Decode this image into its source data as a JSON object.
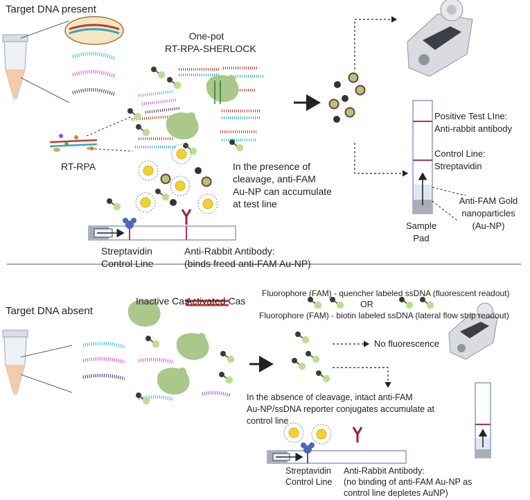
{
  "top": {
    "title": "Target DNA present",
    "one_pot_line1": "One-pot",
    "one_pot_line2": "RT-RPA-SHERLOCK",
    "rt_rpa": "RT-RPA",
    "presence_line1": "In the presence of",
    "presence_line2": "cleavage,  anti-FAM",
    "presence_line3": "Au-NP can  accumulate",
    "presence_line4": "at test line",
    "streptavidin_line1": "Streptavidin",
    "streptavidin_line2": "Control Line",
    "antirabbit_line1": "Anti-Rabbit Antibody:",
    "antirabbit_line2": "(binds freed anti-FAM Au-NP)",
    "positive_line1": "Positive Test LIne:",
    "positive_line2": "Anti-rabbit antibody",
    "control_line1": "Control Line:",
    "control_line2": "Streptavidin",
    "antifam_line1": "Anti-FAM Gold",
    "antifam_line2": "nanoparticles",
    "antifam_line3": "(Au-NP)",
    "sample_line1": "Sample",
    "sample_line2": "Pad"
  },
  "bottom": {
    "title": "Target DNA absent",
    "inactive_cas": "Inactive Cas",
    "activated_cas": "Activated Cas",
    "fam_quencher": "Fluorophore (FAM) - quencher labeled ssDNA (fluorescent readout)",
    "or": "OR",
    "fam_biotin": "Fluorophore (FAM) - biotin labeled ssDNA (lateral flow strip readout)",
    "no_fluorescence": "No fluorescence",
    "absence_line1": "In the absence of cleavage, intact  anti-FAM",
    "absence_line2": "Au-NP/ssDNA reporter conjugates accumulate at",
    "absence_line3": "control line",
    "streptavidin_line1": "Streptavidin",
    "streptavidin_line2": "Control Line",
    "antirabbit_line1": "Anti-Rabbit Antibody:",
    "antirabbit_line2": "(no binding of anti-FAM Au-NP as",
    "antirabbit_line3": "control line depletes AuNP)"
  },
  "colors": {
    "cas_green": "#a9c88a",
    "fluor_green": "#b8e08e",
    "quencher": "#444444",
    "strip_border": "#8a9ad0",
    "line_red": "#b0325a",
    "gold": "#f2d22a",
    "tube_liquid": "#f6cba9"
  },
  "icons": [
    "tube-icon",
    "dna-strand-icon",
    "cas-enzyme-icon",
    "reporter-icon",
    "fluorometer-icon",
    "lateral-flow-strip-icon",
    "gold-nanoparticle-icon",
    "antibody-icon",
    "streptavidin-icon",
    "arrow-icon"
  ]
}
